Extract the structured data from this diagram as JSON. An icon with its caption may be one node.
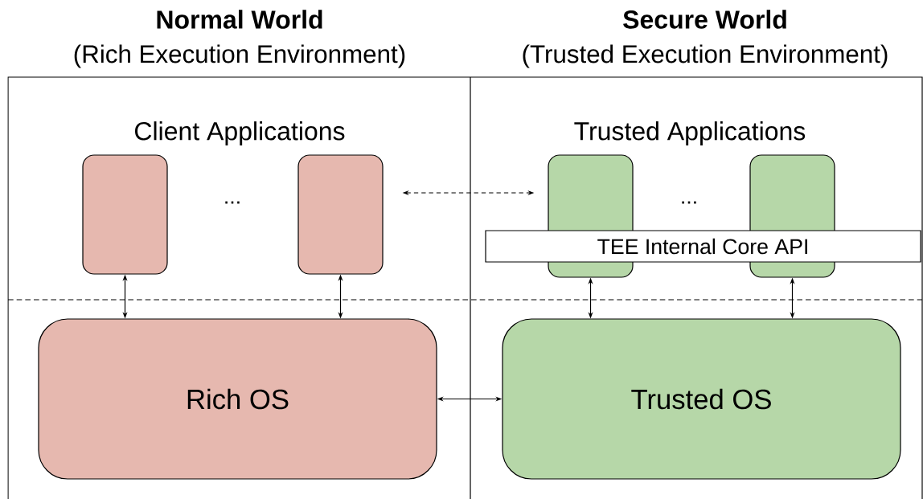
{
  "diagram": {
    "nodes": [
      {
        "text": [],
        "shape": "box"
      },
      {
        "text": [],
        "shape": "box"
      },
      {
        "text": [],
        "shape": "box"
      },
      {
        "text": [],
        "shape": "box"
      },
      {
        "text": [
          "TEE Internal Core API"
        ]
      },
      {
        "text": [
          "Rich OS"
        ]
      },
      {
        "text": [
          "Trusted OS"
        ]
      }
    ],
    "edges": [
      {
        "from": 0,
        "to": 5,
        "arrow": "both"
      },
      {
        "from": 1,
        "to": 5,
        "arrow": "both"
      },
      {
        "from": 2,
        "to": 6,
        "arrow": "both"
      },
      {
        "from": 3,
        "to": 6,
        "arrow": "both"
      },
      {
        "from": 1,
        "to": 2,
        "arrow": "both",
        "style": "dashed"
      },
      {
        "from": 5,
        "to": 6,
        "arrow": "both"
      }
    ],
    "labels": [
      "Normal World",
      "(Rich Execution Environment)",
      "Secure World",
      "(Trusted Execution Environment)",
      "Client Applications",
      "...",
      "Trusted Applications",
      "..."
    ]
  }
}
